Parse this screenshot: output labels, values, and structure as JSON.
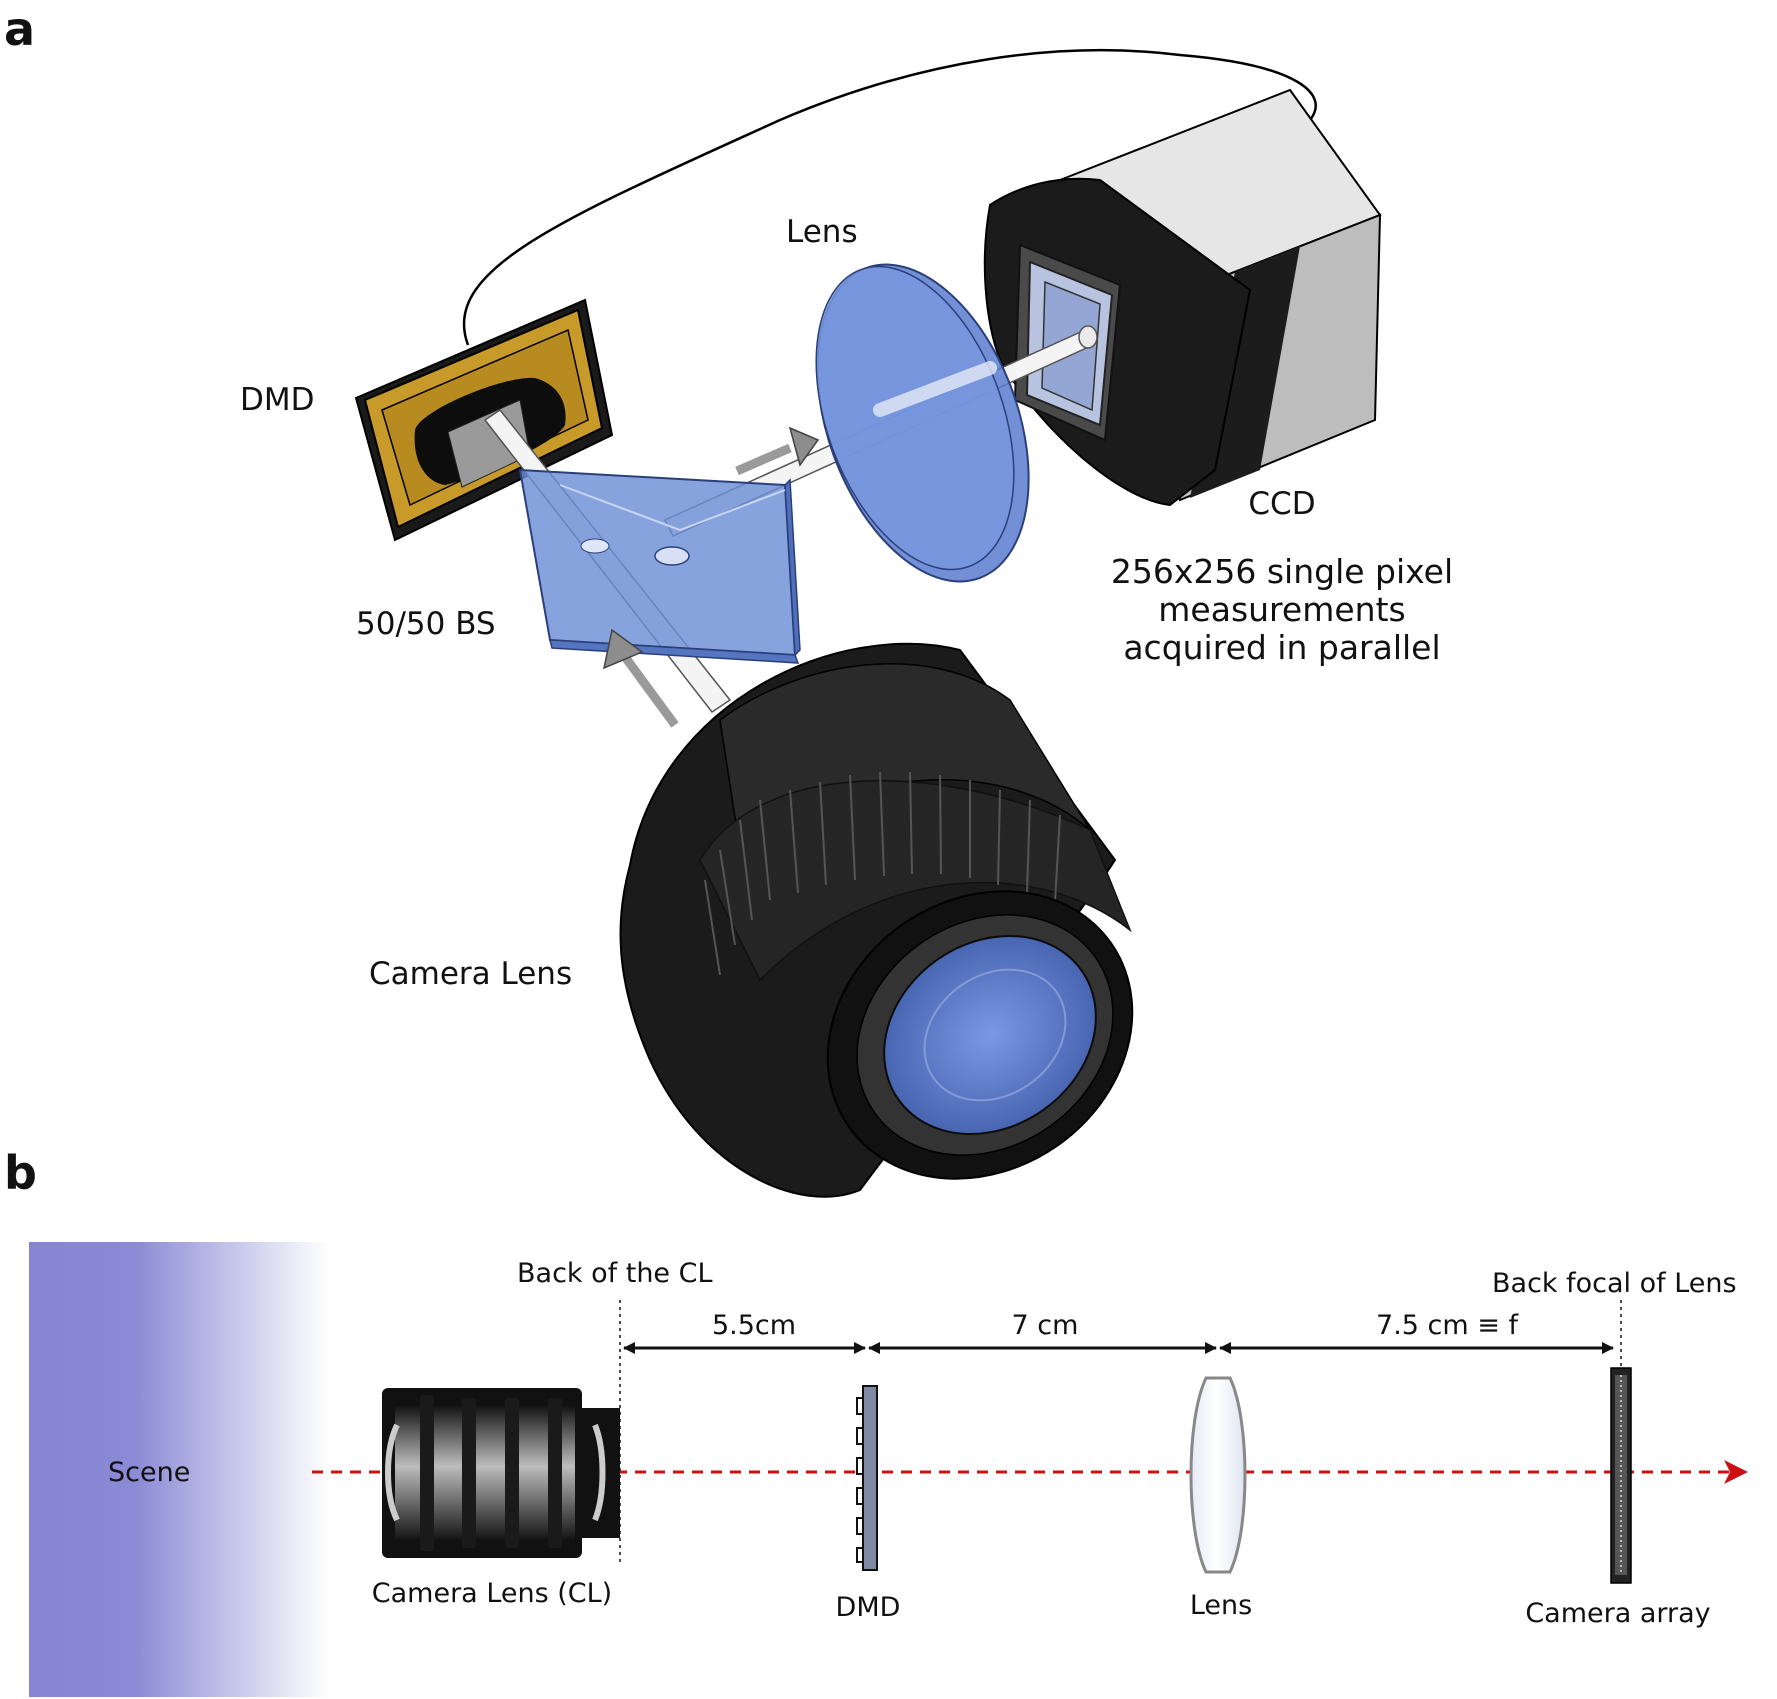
{
  "panel_a": {
    "letter": "a",
    "labels": {
      "dmd": "DMD",
      "lens": "Lens",
      "ccd": "CCD",
      "beam_splitter": "50/50 BS",
      "camera_lens": "Camera Lens",
      "measurement_lines": [
        "256x256 single pixel",
        "measurements",
        "acquired in parallel"
      ]
    }
  },
  "panel_b": {
    "letter": "b",
    "labels": {
      "scene": "Scene",
      "back_of_cl": "Back of the CL",
      "back_focal": "Back focal of Lens",
      "camera_lens": "Camera Lens (CL)",
      "dmd": "DMD",
      "lens": "Lens",
      "camera_array": "Camera array"
    },
    "distances": [
      "5.5cm",
      "7 cm",
      "7.5 cm ≡ f"
    ]
  },
  "colors": {
    "scene_gradient": "#8585d3",
    "optical_axis": "#cc1111",
    "lens_blue": "#6d8fd6",
    "dmd_gold": "#c79a2a",
    "body_black": "#1b1b1b",
    "ccd_grey": "#d9d9d9"
  }
}
